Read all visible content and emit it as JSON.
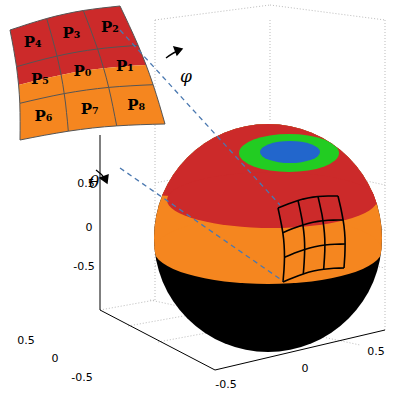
{
  "diagram": {
    "labels": [
      "P₄",
      "P₃",
      "P₂",
      "P₅",
      "P₀",
      "P₁",
      "P₆",
      "P₇",
      "P₈",
      "φ",
      "θ",
      "0.5",
      "0",
      "-0.5",
      "0.5",
      "0",
      "-0.5",
      "-0.5",
      "0",
      "0.5"
    ]
  }
}
